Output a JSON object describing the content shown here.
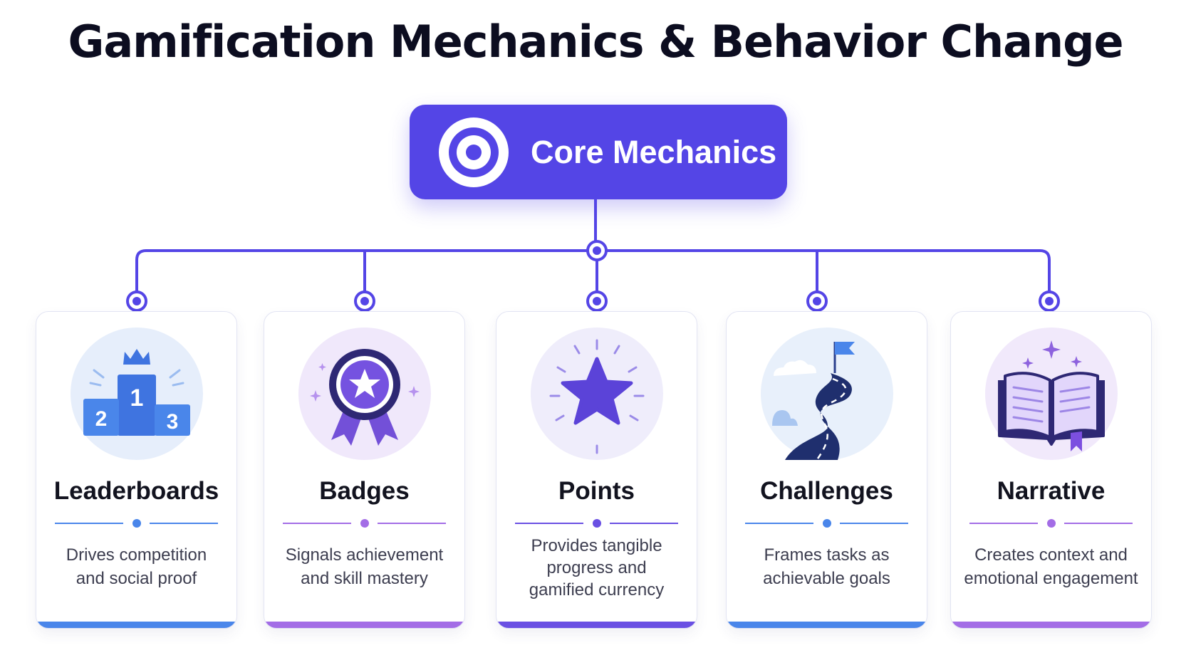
{
  "title": "Gamification Mechanics & Behavior Change",
  "root": {
    "label": "Core Mechanics",
    "icon": "target-icon",
    "color": "#5445e6"
  },
  "cards": [
    {
      "title": "Leaderboards",
      "desc_lines": [
        "Drives competition",
        "and social proof"
      ],
      "icon": "podium-icon",
      "accent": "#4a86ea",
      "podium_numbers": [
        "1",
        "2",
        "3"
      ]
    },
    {
      "title": "Badges",
      "desc_lines": [
        "Signals achievement",
        "and skill mastery"
      ],
      "icon": "badge-icon",
      "accent": "#a36de6"
    },
    {
      "title": "Points",
      "desc_lines": [
        "Provides tangible",
        "progress and",
        "gamified currency"
      ],
      "icon": "star-icon",
      "accent": "#6a50e3"
    },
    {
      "title": "Challenges",
      "desc_lines": [
        "Frames tasks as",
        "achievable goals"
      ],
      "icon": "winding-road-icon",
      "accent": "#4a86ea"
    },
    {
      "title": "Narrative",
      "desc_lines": [
        "Creates context and",
        "emotional engagement"
      ],
      "icon": "open-book-icon",
      "accent": "#a36de6"
    }
  ]
}
